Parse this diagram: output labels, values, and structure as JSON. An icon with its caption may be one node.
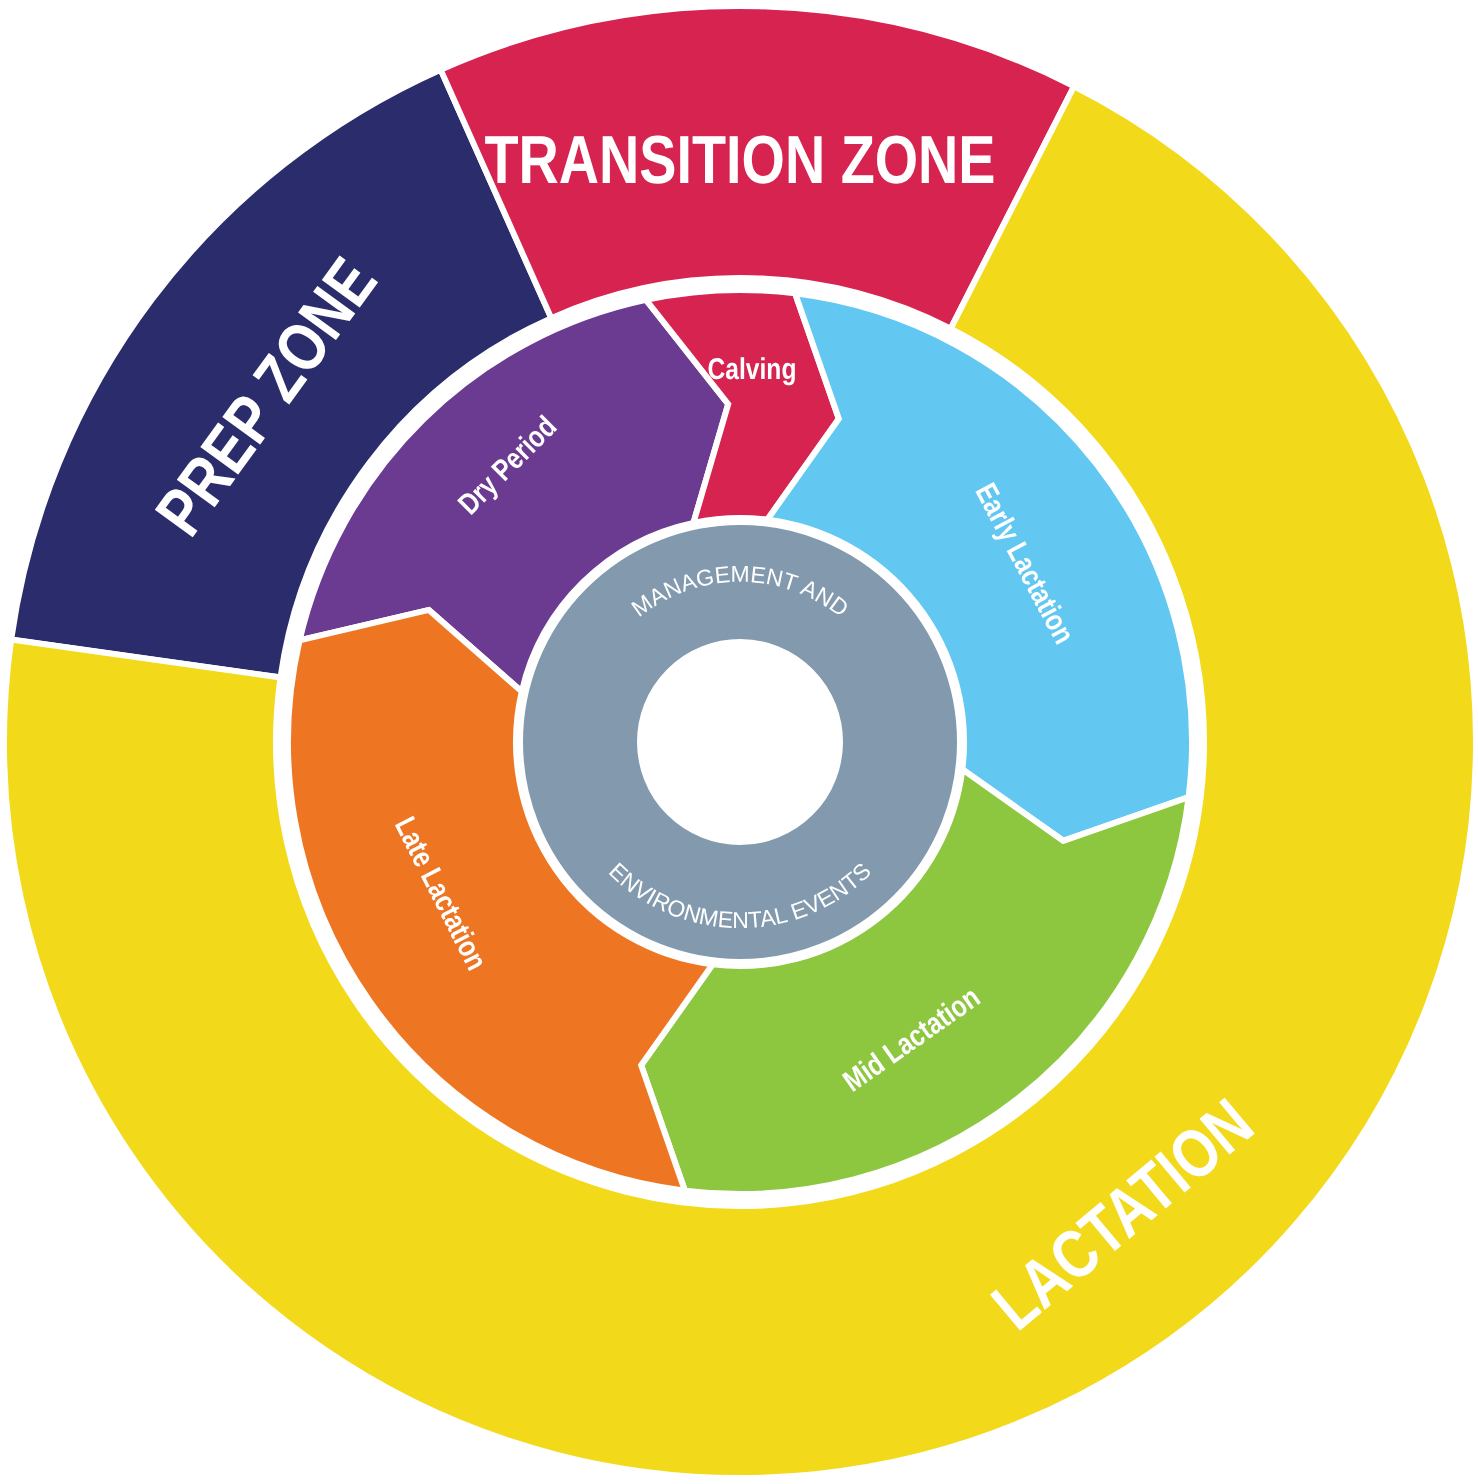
{
  "diagram": {
    "nodes": [
      {
        "text": [
          "PREP ZONE"
        ]
      },
      {
        "text": [
          "TRANSITION ZONE"
        ]
      },
      {
        "text": [
          "LACTATION"
        ]
      },
      {
        "text": [
          "Dry Period"
        ]
      },
      {
        "text": [
          "Calving"
        ]
      },
      {
        "text": [
          "Early Lactation"
        ]
      },
      {
        "text": [
          "Mid Lactation"
        ]
      },
      {
        "text": [
          "Late Lactation"
        ]
      },
      {
        "text": [
          "MANAGEMENT AND",
          "ENVIRONMENTAL EVENTS"
        ]
      }
    ]
  }
}
